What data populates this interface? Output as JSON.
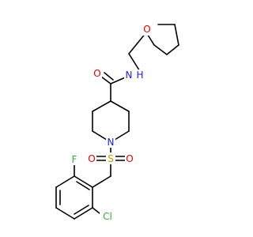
{
  "molecule": {
    "atoms": {
      "o_ring": {
        "label": "O",
        "color": "#e00000"
      },
      "n_amide": {
        "label": "N",
        "color": "#1a1aff"
      },
      "h_amide": {
        "label": "H",
        "color": "#1a1aff"
      },
      "o_carbonyl": {
        "label": "O",
        "color": "#e00000"
      },
      "n_ring": {
        "label": "N",
        "color": "#1a1aff"
      },
      "s": {
        "label": "S",
        "color": "#b8a000"
      },
      "o_s_left": {
        "label": "O",
        "color": "#e00000"
      },
      "o_s_right": {
        "label": "O",
        "color": "#e00000"
      },
      "f": {
        "label": "F",
        "color": "#3ea63e"
      },
      "cl": {
        "label": "Cl",
        "color": "#3ea63e"
      }
    }
  }
}
